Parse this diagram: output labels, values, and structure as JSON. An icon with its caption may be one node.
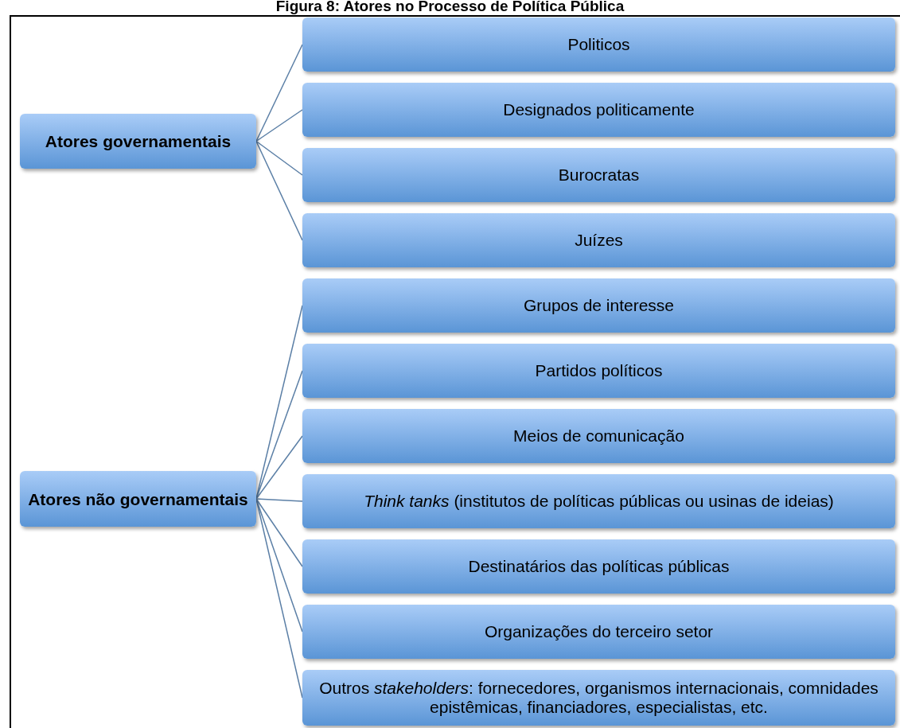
{
  "diagram": {
    "title": "Figura 8: Atores no Processo de Política Pública",
    "nodes": [
      {
        "text": [
          "Atores governamentais"
        ]
      },
      {
        "text": [
          "Politicos"
        ]
      },
      {
        "text": [
          "Designados politicamente"
        ]
      },
      {
        "text": [
          "Burocratas"
        ]
      },
      {
        "text": [
          "Juízes"
        ]
      },
      {
        "text": [
          "Atores não governamentais"
        ]
      },
      {
        "text": [
          "Grupos de interesse"
        ]
      },
      {
        "text": [
          "Partidos políticos"
        ]
      },
      {
        "text": [
          "Meios de comunicação"
        ]
      },
      {
        "text": [
          "*Think tanks* (institutos de políticas públicas ou usinas de ideias)"
        ]
      },
      {
        "text": [
          "Destinatários das políticas públicas"
        ]
      },
      {
        "text": [
          "Organizações do terceiro setor"
        ]
      },
      {
        "text": [
          "Outros *stakeholders*: fornecedores, organismos internacionais, comnidades epistêmicas, financiadores, especialistas, etc."
        ]
      }
    ],
    "edges": [
      {
        "from": 0,
        "to": 1,
        "arrow": "none"
      },
      {
        "from": 0,
        "to": 2,
        "arrow": "none"
      },
      {
        "from": 0,
        "to": 3,
        "arrow": "none"
      },
      {
        "from": 0,
        "to": 4,
        "arrow": "none"
      },
      {
        "from": 5,
        "to": 6,
        "arrow": "none"
      },
      {
        "from": 5,
        "to": 7,
        "arrow": "none"
      },
      {
        "from": 5,
        "to": 8,
        "arrow": "none"
      },
      {
        "from": 5,
        "to": 9,
        "arrow": "none"
      },
      {
        "from": 5,
        "to": 10,
        "arrow": "none"
      },
      {
        "from": 5,
        "to": 11,
        "arrow": "none"
      },
      {
        "from": 5,
        "to": 12,
        "arrow": "none"
      }
    ]
  }
}
